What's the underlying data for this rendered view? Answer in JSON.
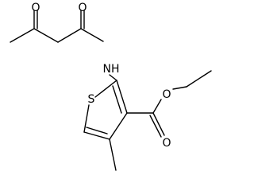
{
  "structure": {
    "atoms": {
      "oxygen_ketone": "O",
      "oxygen_amide": "O",
      "nitrogen_amide": "NH",
      "sulfur_ring": "S",
      "oxygen_ester_single": "O",
      "oxygen_ester_double": "O"
    },
    "colors": {
      "bond": "#000000",
      "label": "#000000",
      "background": "#ffffff"
    }
  }
}
